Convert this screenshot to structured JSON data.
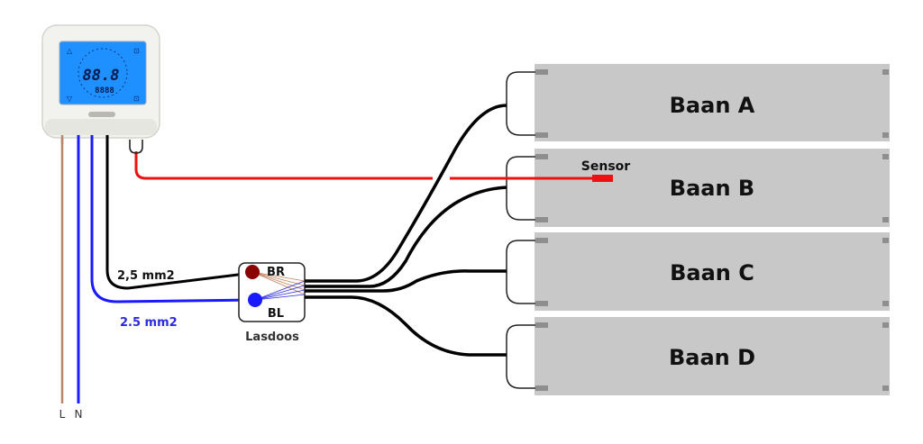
{
  "thermostat": {
    "display_temp": "88.8",
    "display_time": "8888",
    "screen_color": "#1e90ff"
  },
  "supply": {
    "live_label": "L",
    "neutral_label": "N"
  },
  "cables": {
    "black_label": "2,5 mm2",
    "blue_label": "2.5 mm2"
  },
  "junction_box": {
    "label": "Lasdoos",
    "terminal_brown": "BR",
    "terminal_blue": "BL"
  },
  "sensor": {
    "label": "Sensor"
  },
  "panels": [
    {
      "label": "Baan A"
    },
    {
      "label": "Baan B"
    },
    {
      "label": "Baan C"
    },
    {
      "label": "Baan D"
    }
  ],
  "colors": {
    "brown_wire": "#b8866b",
    "blue_wire": "#1a1aff",
    "black_wire": "#000000",
    "sensor_wire": "#ee1111",
    "panel_fill": "#c8c8c8",
    "blue_text": "#2a2ae0"
  }
}
